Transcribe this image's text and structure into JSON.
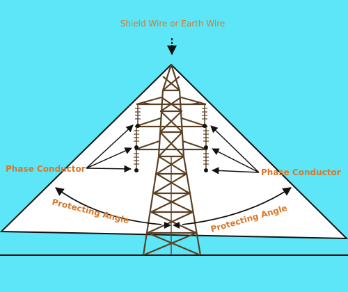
{
  "labels": {
    "shield_wire": "Shield Wire or Earth Wire",
    "phase_left": "Phase Conductor",
    "phase_right": "Phase Conductor",
    "angle_left": "Protecting Angle",
    "angle_right": "Protecting Angle"
  },
  "colors": {
    "background": "#5ce6f8",
    "zone": "#ffffff",
    "outline": "#111111",
    "tower": "#5a4022",
    "label": "#d9772a",
    "ground": "#111111"
  }
}
